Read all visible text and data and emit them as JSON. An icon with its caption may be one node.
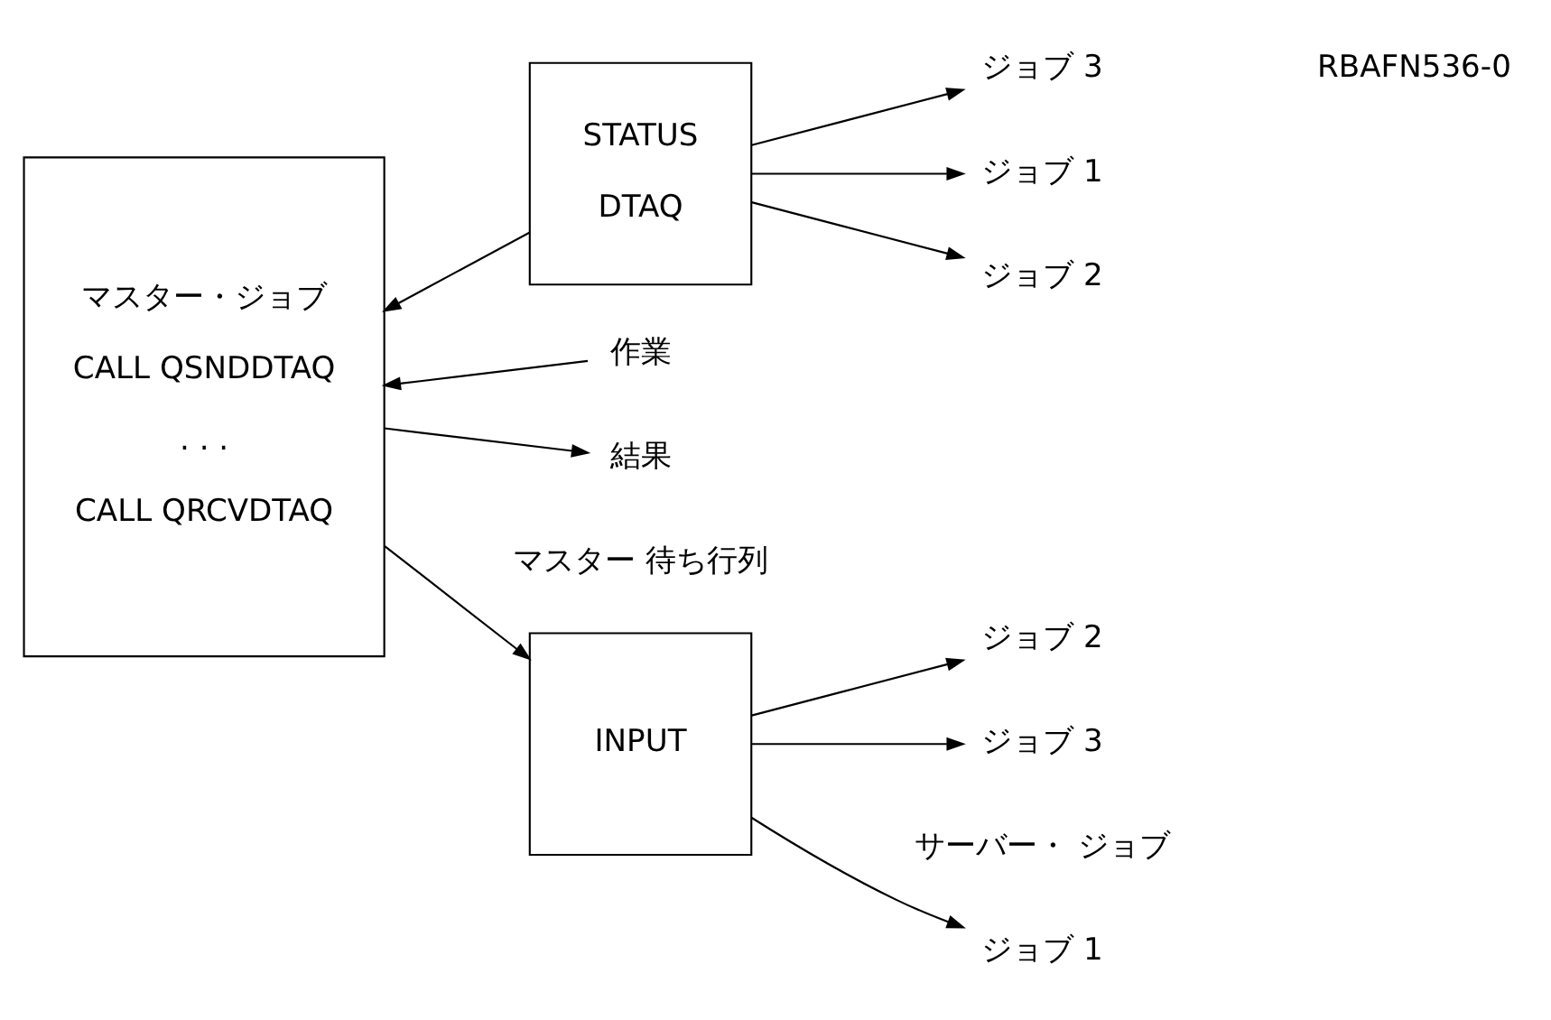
{
  "diagram": {
    "nodes": [
      {
        "text": [
          "マスター・ジョブ",
          "CALL QSNDDTAQ",
          ". . .",
          "CALL QRCVDTAQ"
        ]
      },
      {
        "text": [
          "INPUT"
        ]
      },
      {
        "text": [
          "STATUS",
          "DTAQ"
        ]
      },
      {
        "text": [
          "ジョブ 1"
        ]
      },
      {
        "text": [
          "ジョブ 2"
        ]
      },
      {
        "text": [
          "ジョブ 3"
        ]
      },
      {
        "text": [
          "ジョブ 1"
        ]
      },
      {
        "text": [
          "ジョブ 2"
        ]
      },
      {
        "text": [
          "ジョブ 3"
        ]
      },
      {
        "text": [
          "作業"
        ]
      },
      {
        "text": [
          "結果"
        ]
      }
    ],
    "edges": [
      {
        "from": 9,
        "to": 0,
        "arrow": "to"
      },
      {
        "from": 0,
        "to": 1,
        "arrow": "to"
      },
      {
        "from": 1,
        "to": 3,
        "arrow": "to"
      },
      {
        "from": 1,
        "to": 4,
        "arrow": "to"
      },
      {
        "from": 1,
        "to": 5,
        "arrow": "to"
      },
      {
        "from": 2,
        "to": 0,
        "arrow": "to"
      },
      {
        "from": 2,
        "to": 6,
        "arrow": "to"
      },
      {
        "from": 2,
        "to": 7,
        "arrow": "to"
      },
      {
        "from": 2,
        "to": 8,
        "arrow": "to"
      },
      {
        "from": 0,
        "to": 10,
        "arrow": "to"
      }
    ],
    "labels": [
      "マスター 待ち行列",
      "サーバー・ ジョブ",
      "RBAFN536-0"
    ]
  }
}
